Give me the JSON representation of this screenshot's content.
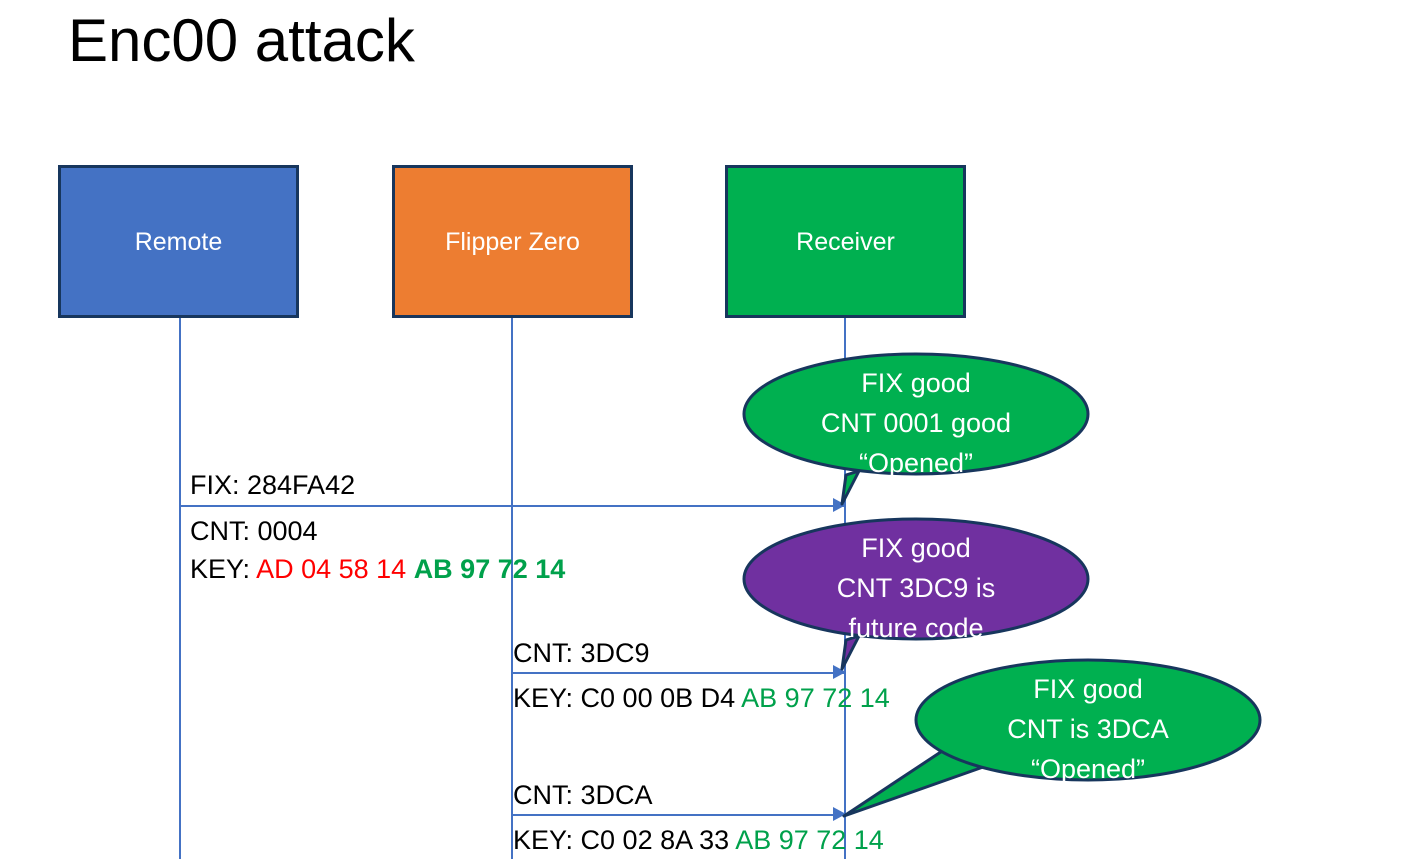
{
  "slide": {
    "title": "Enc00 attack",
    "background": "#ffffff"
  },
  "colors": {
    "remote": "#4472C4",
    "flipper": "#ED7D31",
    "receiver": "#00B050",
    "callout_green": "#00B050",
    "callout_purple": "#7030A0",
    "outline": "#17365D",
    "lifeline": "#4472C4",
    "key_red": "#FF0000",
    "key_green": "#00A14B"
  },
  "actors": [
    {
      "id": "remote",
      "label": "Remote"
    },
    {
      "id": "flipper",
      "label": "Flipper Zero"
    },
    {
      "id": "receiver",
      "label": "Receiver"
    }
  ],
  "messages": [
    {
      "id": "msg1",
      "from": "remote",
      "to": "receiver",
      "above": "FIX: 284FA42",
      "below_line1": "CNT: 0004",
      "below_key_label": "KEY: ",
      "below_key_red": "AD 04 58 14",
      "below_key_green": "AB 97 72 14"
    },
    {
      "id": "msg2",
      "from": "flipper",
      "to": "receiver",
      "above": "CNT: 3DC9",
      "below_key_label": "KEY: C0 00 0B D4",
      "below_key_green": "AB 97 72 14"
    },
    {
      "id": "msg3",
      "from": "flipper",
      "to": "receiver",
      "above": "CNT: 3DCA",
      "below_key_label": "KEY: C0 02 8A 33",
      "below_key_green": "AB 97 72 14"
    }
  ],
  "callouts": [
    {
      "id": "callout-1",
      "color": "#00B050",
      "line1": "FIX good",
      "line2": "CNT 0001 good",
      "line3": "“Opened”"
    },
    {
      "id": "callout-2",
      "color": "#7030A0",
      "line1": "FIX good",
      "line2": "CNT 3DC9 is",
      "line3": "future code"
    },
    {
      "id": "callout-3",
      "color": "#00B050",
      "line1": "FIX good",
      "line2": "CNT is 3DCA",
      "line3": "“Opened”"
    }
  ]
}
